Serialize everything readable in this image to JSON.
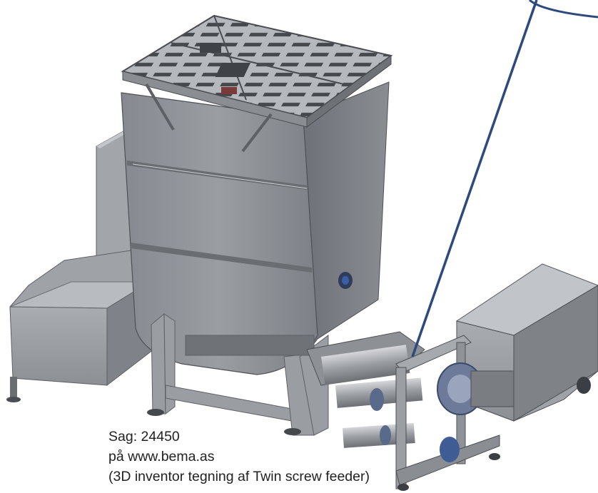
{
  "caption": {
    "line1": "Sag: 24450",
    "line2": "på www.bema.as",
    "line3": "(3D inventor tegning af Twin screw feeder)"
  },
  "colors": {
    "background": "#ffffff",
    "steel": "#8e9196",
    "steel_light": "#b9bcc0",
    "steel_dark": "#5d6065",
    "grate": "#a9acb0",
    "pointer_line": "#2e4a7c",
    "accent_blue": "#3a5fa8"
  },
  "icons": {
    "callout": "callout-bubble",
    "valve": "valve-icon"
  }
}
